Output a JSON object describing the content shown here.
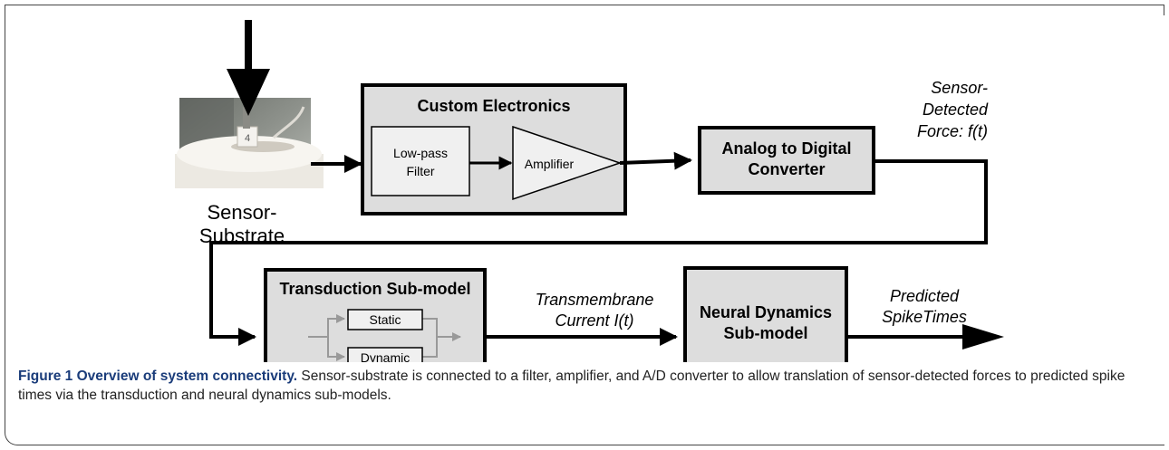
{
  "diagram": {
    "photo_label_line1": "Sensor-",
    "photo_label_line2": "Substrate",
    "photo_tag": "4",
    "custom_electronics": {
      "title": "Custom Electronics",
      "filter_line1": "Low-pass",
      "filter_line2": "Filter",
      "amplifier": "Amplifier"
    },
    "adc": {
      "line1": "Analog to Digital",
      "line2": "Converter"
    },
    "force_label": {
      "line1": "Sensor-",
      "line2": "Detected",
      "line3": "Force: f(t)"
    },
    "transduction": {
      "title": "Transduction Sub-model",
      "static": "Static",
      "dynamic": "Dynamic"
    },
    "current_label": {
      "line1": "Transmembrane",
      "line2": "Current I(t)"
    },
    "neural": {
      "line1": "Neural Dynamics",
      "line2": "Sub-model"
    },
    "output_label": {
      "line1": "Predicted",
      "line2": "SpikeTimes"
    }
  },
  "caption": {
    "title": "Figure 1 Overview of system connectivity.",
    "text": " Sensor-substrate is connected to a filter, amplifier, and A/D converter to allow translation of sensor-detected forces to predicted spike times via the transduction and neural dynamics sub-models."
  },
  "colors": {
    "box_fill": "#dddddd",
    "inner_box_fill": "#f0f0f0",
    "caption_title": "#1a3c7a",
    "stroke": "#000000",
    "secondary_arrow": "#999999"
  }
}
